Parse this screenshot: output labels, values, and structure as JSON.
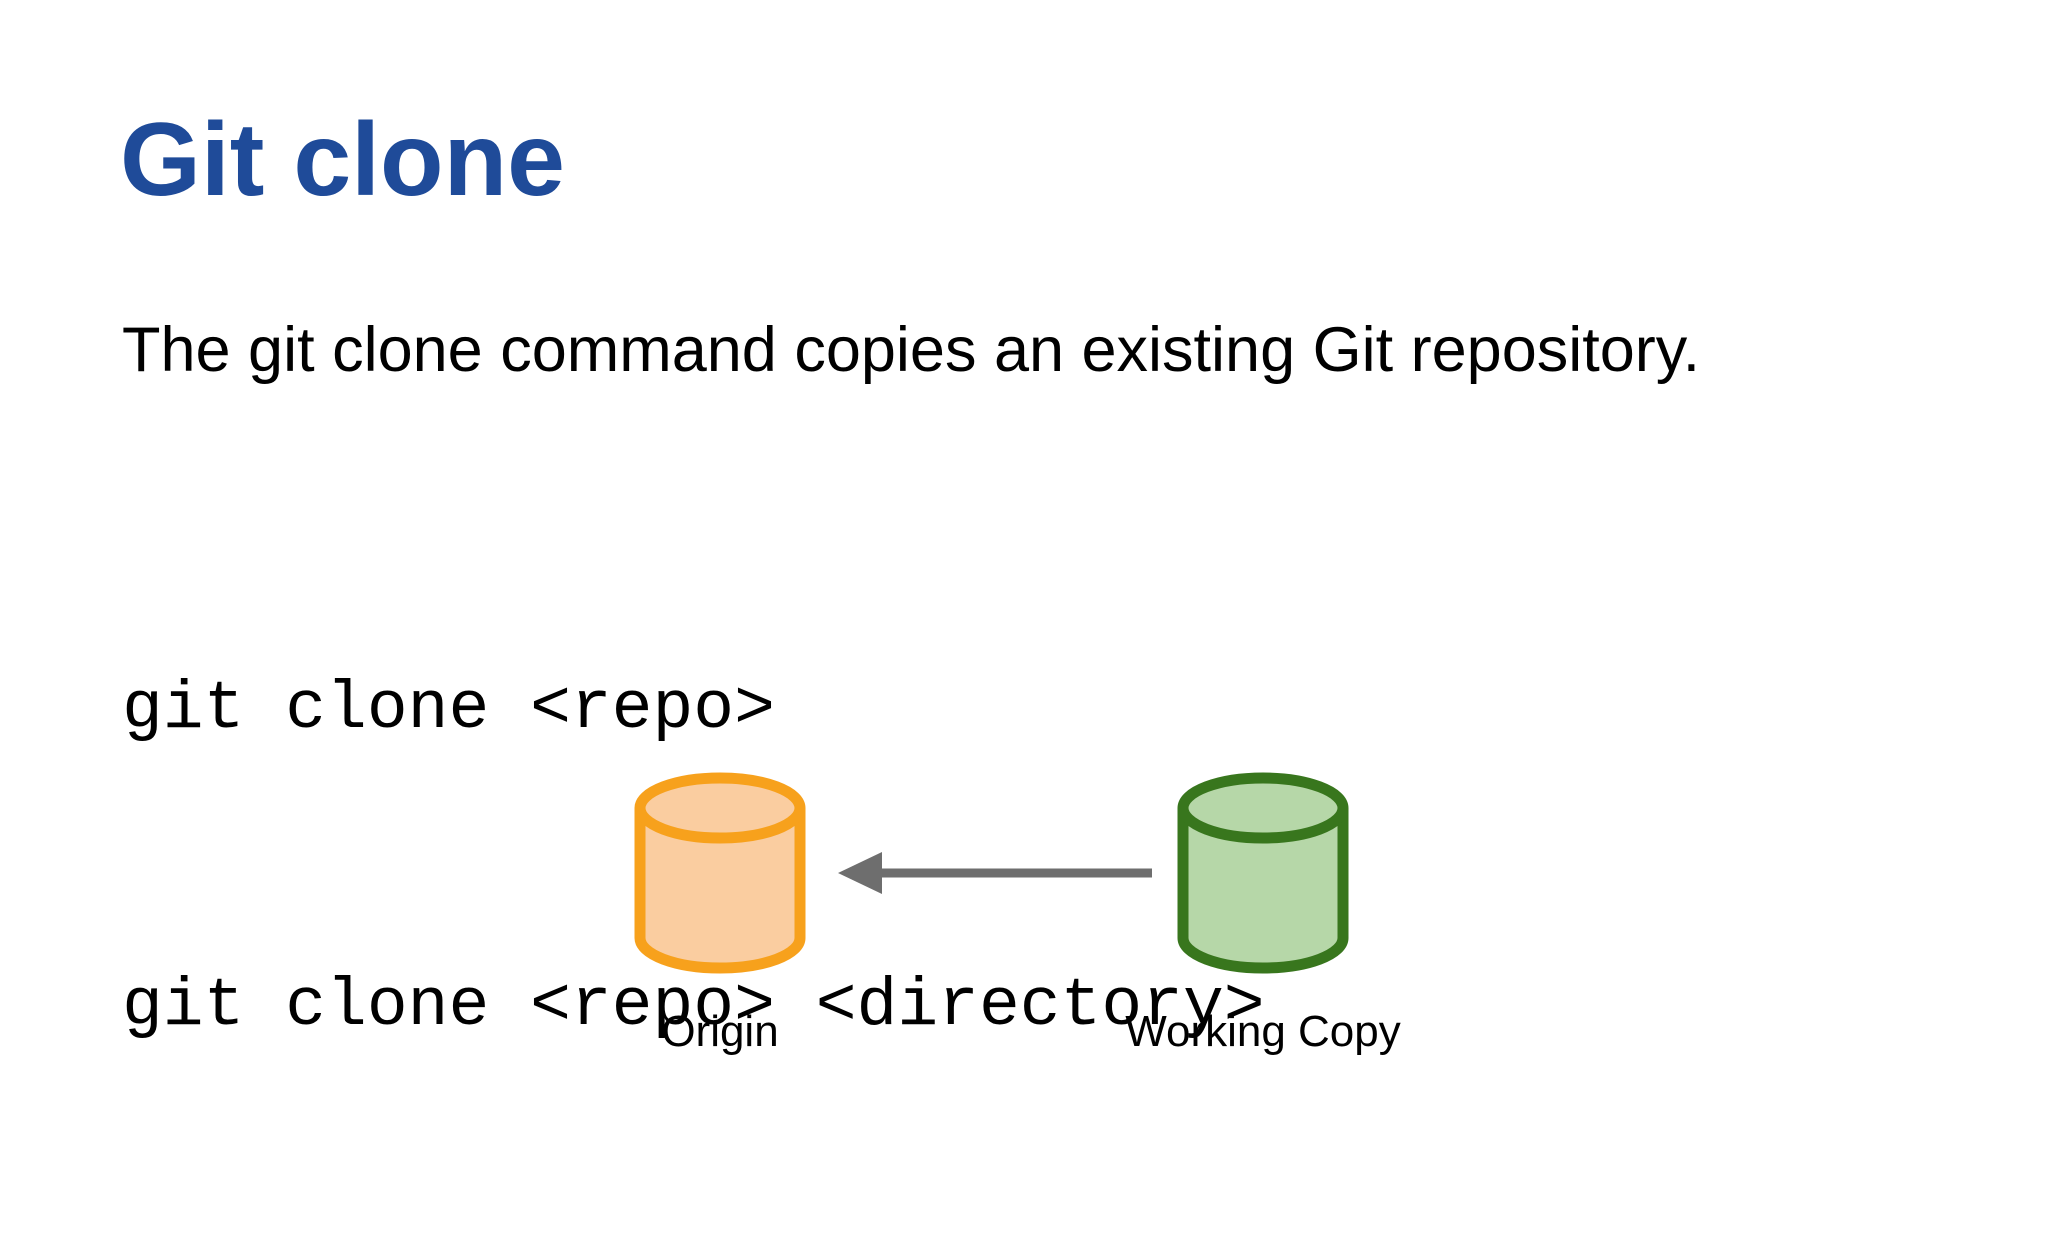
{
  "slide": {
    "title": "Git clone",
    "description": "The git clone command copies an existing Git repository.",
    "code": {
      "lines": [
        "git clone <repo>",
        "git clone <repo> <directory>"
      ]
    },
    "diagram": {
      "nodes": [
        {
          "id": "origin",
          "label": "Origin",
          "shape": "cylinder",
          "fill": "#FACDA0",
          "stroke": "#F7A11C"
        },
        {
          "id": "working-copy",
          "label": "Working Copy",
          "shape": "cylinder",
          "fill": "#B6D7A8",
          "stroke": "#38761D"
        }
      ],
      "arrow": {
        "from": "working-copy",
        "to": "origin",
        "direction": "left",
        "color": "#6E6E6E"
      }
    },
    "colors": {
      "title": "#1F4B99",
      "body_text": "#000000",
      "background": "#FFFFFF"
    }
  }
}
